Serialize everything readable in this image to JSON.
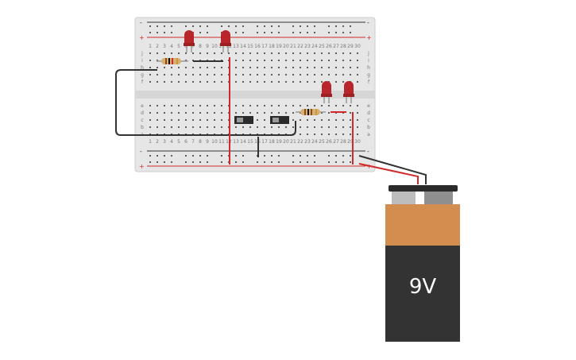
{
  "battery": {
    "label": "9V",
    "top_color": "#d38d4e",
    "body_color": "#333333"
  },
  "breadboard": {
    "board_color": "#e6e6e6",
    "rail_red": "#d22a2a",
    "rail_black": "#333333",
    "rail_plus": "+",
    "rail_minus": "-",
    "columns": 30,
    "row_labels_top": [
      "j",
      "i",
      "h",
      "g",
      "f"
    ],
    "row_labels_bottom": [
      "e",
      "d",
      "c",
      "b",
      "a"
    ]
  },
  "components": {
    "led_color": "#b8252b",
    "resistor_color": "#d9b071",
    "switch_color": "#2b2b2b",
    "wire_red": "#d22a2a",
    "wire_black": "#333333"
  }
}
